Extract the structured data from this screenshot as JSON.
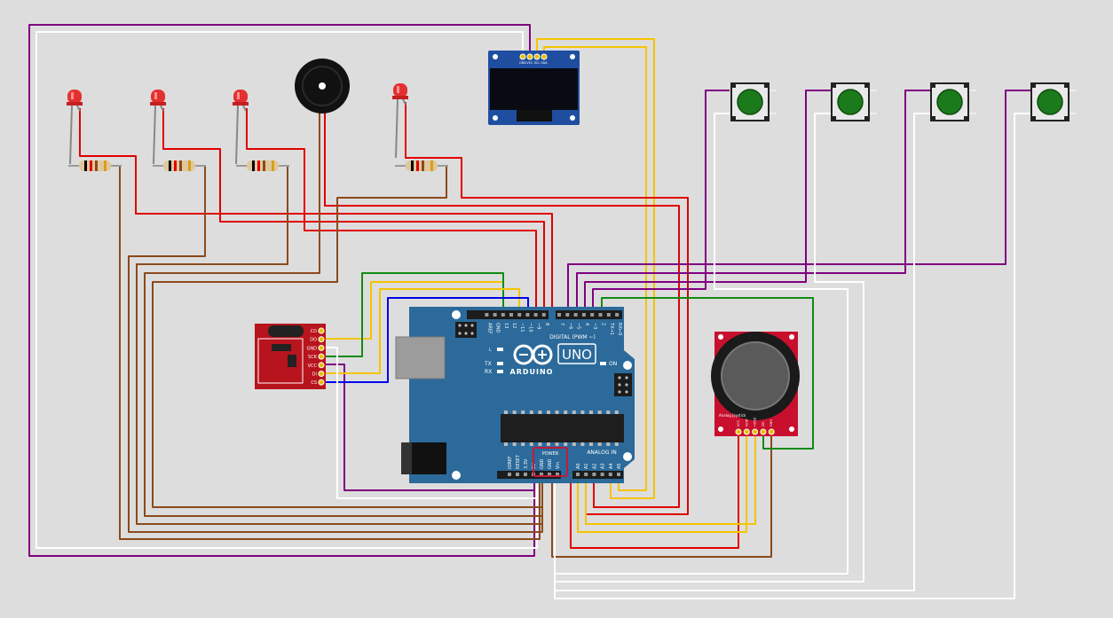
{
  "canvas": {
    "background": "#dddddd"
  },
  "colors": {
    "board": "#2b6a9a",
    "board_dark": "#1d4f77",
    "sd_module": "#b8141e",
    "joystick_module": "#c8102e",
    "oled_pcb": "#1f4ea0",
    "oled_screen": "#0a0a12",
    "led": "#e53030",
    "button_cap": "#1b7a1b",
    "wire_purple": "#800080",
    "wire_white": "#ffffff",
    "wire_red": "#e00000",
    "wire_brown": "#8b4a1c",
    "wire_yellow": "#f5c400",
    "wire_green": "#138a13",
    "wire_blue": "#0000ee"
  },
  "arduino": {
    "model": "UNO",
    "brand": "ARDUINO",
    "digital_header": "DIGITAL (PWM ~)",
    "analog_header": "ANALOG IN",
    "power_header": "POWER",
    "on_label": "ON",
    "tx_label": "TX",
    "rx_label": "RX",
    "l_label": "L",
    "digital_pins": [
      "AREF",
      "GND",
      "13",
      "12",
      "~11",
      "~10",
      "~9",
      "8",
      "7",
      "~6",
      "~5",
      "4",
      "~3",
      "2",
      "TX→1",
      "RX←0"
    ],
    "power_pins": [
      "IOREF",
      "RESET",
      "3.3V",
      "5V",
      "GND",
      "GND",
      "Vin"
    ],
    "analog_pins": [
      "A0",
      "A1",
      "A2",
      "A3",
      "A4",
      "A5"
    ]
  },
  "oled": {
    "pins": [
      "GND",
      "VCC",
      "SCL",
      "SDA"
    ]
  },
  "sd_module": {
    "pins": [
      "CD",
      "DO",
      "GND",
      "SCK",
      "VCC",
      "DI",
      "CS"
    ]
  },
  "joystick": {
    "pins": [
      "VCC",
      "VERT",
      "HORZ",
      "SEL",
      "GND"
    ],
    "side_label": "Analog Joystick"
  },
  "leds": [
    {
      "id": "led1"
    },
    {
      "id": "led2"
    },
    {
      "id": "led3"
    },
    {
      "id": "led4"
    }
  ],
  "resistors": [
    {
      "id": "r1"
    },
    {
      "id": "r2"
    },
    {
      "id": "r3"
    },
    {
      "id": "r4"
    }
  ],
  "buttons": [
    {
      "id": "btn1"
    },
    {
      "id": "btn2"
    },
    {
      "id": "btn3"
    },
    {
      "id": "btn4"
    }
  ],
  "buzzer": {
    "id": "buzzer"
  }
}
